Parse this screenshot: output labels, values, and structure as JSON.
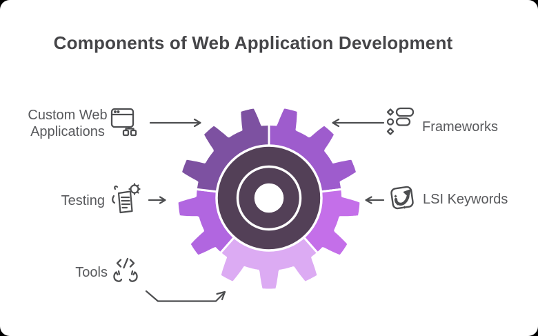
{
  "title": "Components of Web Application Development",
  "colors": {
    "title_text": "#454548",
    "label_text": "#58595c",
    "icon_stroke": "#4d4e50",
    "arrow": "#4d4e50",
    "background": "#ffffff",
    "outline": "#ffffff"
  },
  "labels": {
    "custom_web": {
      "line1": "Custom Web",
      "line2": "Applications",
      "icon": "web-app-icon"
    },
    "frameworks": {
      "text": "Frameworks",
      "icon": "frameworks-icon"
    },
    "testing": {
      "text": "Testing",
      "icon": "testing-icon"
    },
    "lsi": {
      "text": "LSI Keywords",
      "icon": "lsi-keywords-icon"
    },
    "tools": {
      "text": "Tools",
      "icon": "tools-icon"
    }
  },
  "gear": {
    "teeth": 13,
    "hub_color": "#534057",
    "segments": [
      {
        "name": "frameworks",
        "start": 0,
        "end": 83.08,
        "color": "#9e5ccd"
      },
      {
        "name": "lsi-keywords",
        "start": 83.08,
        "end": 138.46,
        "color": "#c46fe9"
      },
      {
        "name": "tools",
        "start": 138.46,
        "end": 221.54,
        "color": "#dcabf3"
      },
      {
        "name": "testing",
        "start": 221.54,
        "end": 276.92,
        "color": "#b166e0"
      },
      {
        "name": "custom-web-applications",
        "start": 276.92,
        "end": 360,
        "color": "#7d51a1"
      }
    ]
  }
}
